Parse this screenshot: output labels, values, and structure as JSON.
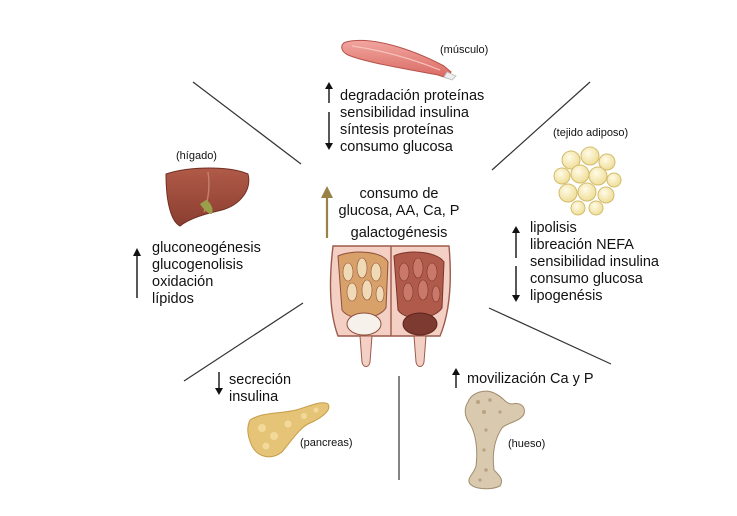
{
  "muscle": {
    "label": "(músculo)",
    "lines": [
      "degradación proteínas",
      "sensibilidad insulina",
      "síntesis proteínas",
      "consumo glucosa"
    ]
  },
  "liver": {
    "label": "(hígado)",
    "lines": [
      "gluconeogénesis",
      "glucogenolisis",
      "oxidación",
      "lípidos"
    ]
  },
  "adipose": {
    "label": "(tejido adiposo)",
    "lines": [
      "lipolisis",
      "libreación NEFA",
      "sensibilidad insulina",
      "consumo glucosa",
      "lipogenésis"
    ]
  },
  "udder": {
    "lines": [
      "consumo de",
      "glucosa, AA, Ca, P"
    ],
    "extra": "galactogénesis"
  },
  "pancreas": {
    "label": "(pancreas)",
    "lines": [
      "secreción",
      "insulina"
    ]
  },
  "bone": {
    "label": "(hueso)",
    "line": "movilización Ca y P"
  },
  "colors": {
    "muscle": "#e7847d",
    "liver": "#9e4a3c",
    "fat": "#f4e3a3",
    "pancreas": "#e8c77a",
    "bone": "#d8c9b0",
    "udder_arrow": "#9a8148",
    "dividers": "#333333"
  }
}
